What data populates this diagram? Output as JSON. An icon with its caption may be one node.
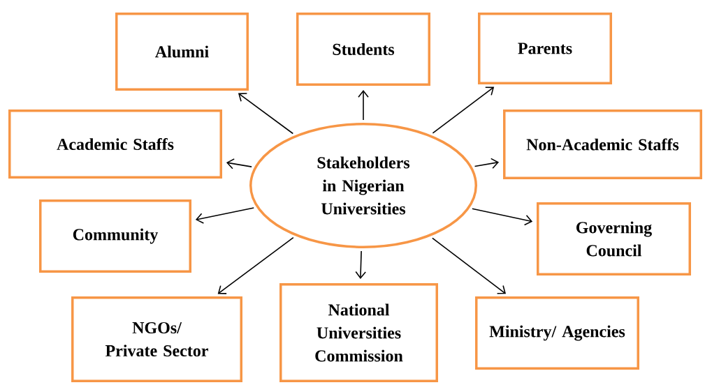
{
  "diagram": {
    "nodes": [
      {
        "text": [
          "Stakeholders in Nigerian Universities"
        ]
      },
      {
        "text": [
          "Alumni"
        ]
      },
      {
        "text": [
          "Students"
        ]
      },
      {
        "text": [
          "Parents"
        ]
      },
      {
        "text": [
          "Academic Staffs"
        ]
      },
      {
        "text": [
          "Non-Academic Staffs"
        ]
      },
      {
        "text": [
          "Community"
        ]
      },
      {
        "text": [
          "Governing Council"
        ]
      },
      {
        "text": [
          "NGOs/ Private Sector"
        ]
      },
      {
        "text": [
          "National Universities Commission"
        ]
      },
      {
        "text": [
          "Ministry/ Agencies"
        ]
      }
    ],
    "edges": [
      {
        "from": 0,
        "to": 1,
        "arrow": "to"
      },
      {
        "from": 0,
        "to": 2,
        "arrow": "to"
      },
      {
        "from": 0,
        "to": 3,
        "arrow": "to"
      },
      {
        "from": 0,
        "to": 4,
        "arrow": "to"
      },
      {
        "from": 0,
        "to": 5,
        "arrow": "to"
      },
      {
        "from": 0,
        "to": 6,
        "arrow": "to"
      },
      {
        "from": 0,
        "to": 7,
        "arrow": "to"
      },
      {
        "from": 0,
        "to": 8,
        "arrow": "to"
      },
      {
        "from": 0,
        "to": 9,
        "arrow": "to"
      },
      {
        "from": 0,
        "to": 10,
        "arrow": "to"
      }
    ]
  }
}
